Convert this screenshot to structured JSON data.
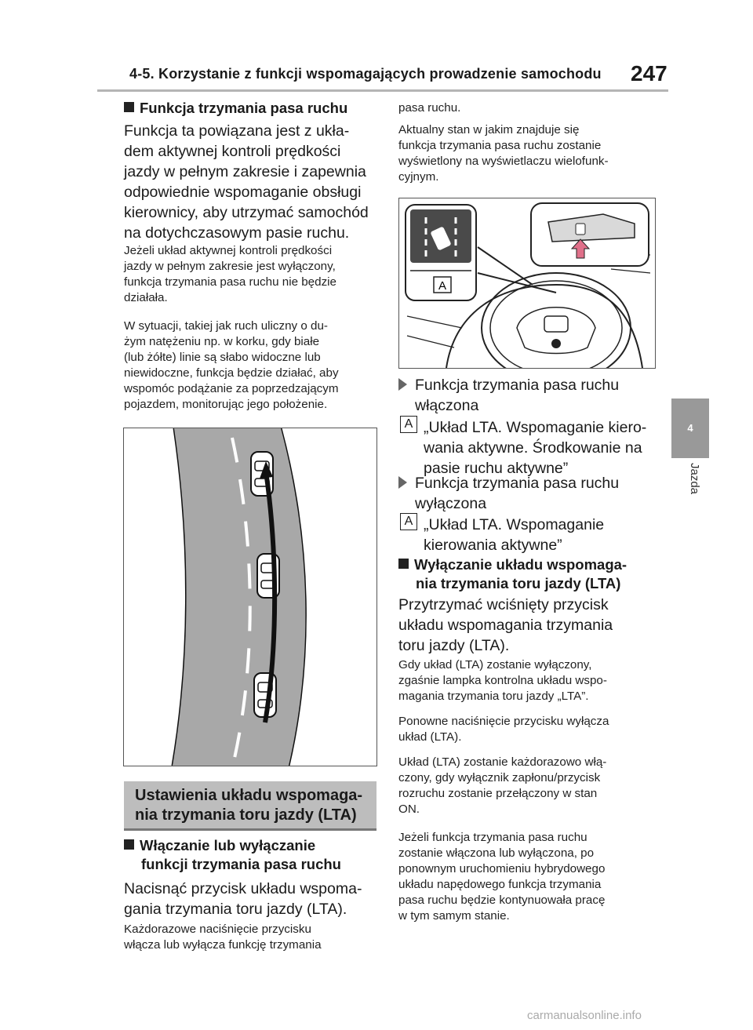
{
  "header": {
    "title": "4-5. Korzystanie z funkcji wspomagających prowadzenie samochodu",
    "page_number": "247"
  },
  "side": {
    "chapter_number": "4",
    "chapter_label": "Jazda"
  },
  "left": {
    "h1": "Funkcja trzymania pasa ruchu",
    "p1_lines": [
      "Funkcja ta powiązana jest z ukła-",
      "dem aktywnej kontroli prędkości",
      "jazdy w pełnym zakresie i zapewnia",
      "odpowiednie wspomaganie obsługi",
      "kierownicy, aby utrzymać samochód",
      "na dotychczasowym pasie ruchu."
    ],
    "p2_lines": [
      "Jeżeli układ aktywnej kontroli prędkości",
      "jazdy w pełnym zakresie jest wyłączony,",
      "funkcja trzymania pasa ruchu nie będzie",
      "działała."
    ],
    "p3_lines": [
      "W sytuacji, takiej jak ruch uliczny o du-",
      "żym natężeniu np. w korku, gdy białe",
      "(lub żółte) linie są słabo widoczne lub",
      "niewidoczne, funkcja będzie działać, aby",
      "wspomóc podążanie za poprzedzającym",
      "pojazdem, monitorując jego położenie."
    ],
    "section_title_lines": [
      "Ustawienia układu wspomaga-",
      "nia trzymania toru jazdy (LTA)"
    ],
    "h2_lines": [
      "Włączanie lub wyłączanie",
      "funkcji trzymania pasa ruchu"
    ],
    "p4_lines": [
      "Nacisnąć przycisk układu wspoma-",
      "gania trzymania toru jazdy (LTA)."
    ],
    "p5_lines": [
      "Każdorazowe naciśnięcie przycisku",
      "włącza lub wyłącza funkcję trzymania"
    ]
  },
  "right": {
    "p1_lines": [
      "pasa ruchu.",
      "Aktualny stan w jakim znajduje się",
      "funkcja trzymania pasa ruchu zostanie",
      "wyświetlony na wyświetlaczu wielofunk-",
      "cyjnym."
    ],
    "figure_label": "A",
    "b1_lines": [
      "Funkcja trzymania pasa ruchu",
      "włączona"
    ],
    "b1_label": "A",
    "b1_desc_lines": [
      "„Układ LTA. Wspomaganie kiero-",
      "wania aktywne. Środkowanie na",
      "pasie ruchu aktywne”"
    ],
    "b2_lines": [
      "Funkcja trzymania pasa ruchu",
      "wyłączona"
    ],
    "b2_label": "A",
    "b2_desc_lines": [
      "„Układ LTA. Wspomaganie",
      "kierowania aktywne”"
    ],
    "h3_lines": [
      "Wyłączanie układu wspomaga-",
      "nia trzymania toru jazdy (LTA)"
    ],
    "p2_lines": [
      "Przytrzymać wciśnięty przycisk",
      "układu wspomagania trzymania",
      "toru jazdy (LTA)."
    ],
    "p3_lines": [
      "Gdy układ (LTA) zostanie wyłączony,",
      "zgaśnie lampka kontrolna układu wspo-",
      "magania trzymania toru jazdy „LTA”."
    ],
    "p4_lines": [
      "Ponowne naciśnięcie przycisku wyłącza",
      "układ (LTA)."
    ],
    "p5_lines": [
      "Układ (LTA) zostanie każdorazowo włą-",
      "czony, gdy wyłącznik zapłonu/przycisk",
      "rozruchu zostanie przełączony w stan",
      "ON."
    ],
    "p6_lines": [
      "Jeżeli funkcja trzymania pasa ruchu",
      "zostanie włączona lub wyłączona, po",
      "ponownym uruchomieniu hybrydowego",
      "układu napędowego funkcja trzymania",
      "pasa ruchu będzie kontynuowała pracę",
      "w tym samym stanie."
    ]
  },
  "footer": {
    "watermark": "carmanualsonline.info"
  }
}
